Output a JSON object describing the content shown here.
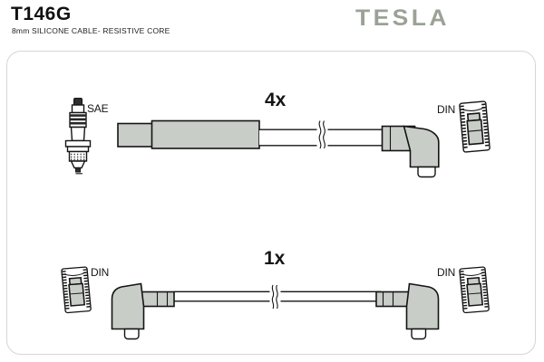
{
  "header": {
    "part_number": "T146G",
    "description": "8mm SILICONE CABLE- RESISTIVE CORE",
    "brand": "TESLA"
  },
  "diagram": {
    "top_set": {
      "quantity": "4x",
      "plug_end_label": "SAE",
      "coil_end_label": "DIN"
    },
    "bottom_set": {
      "quantity": "1x",
      "left_end_label": "DIN",
      "right_end_label": "DIN"
    }
  },
  "colors": {
    "brand_logo": "#9aa296",
    "boot_fill": "#c9cdc8",
    "line": "#141414",
    "frame_border": "#d6d6d6"
  }
}
